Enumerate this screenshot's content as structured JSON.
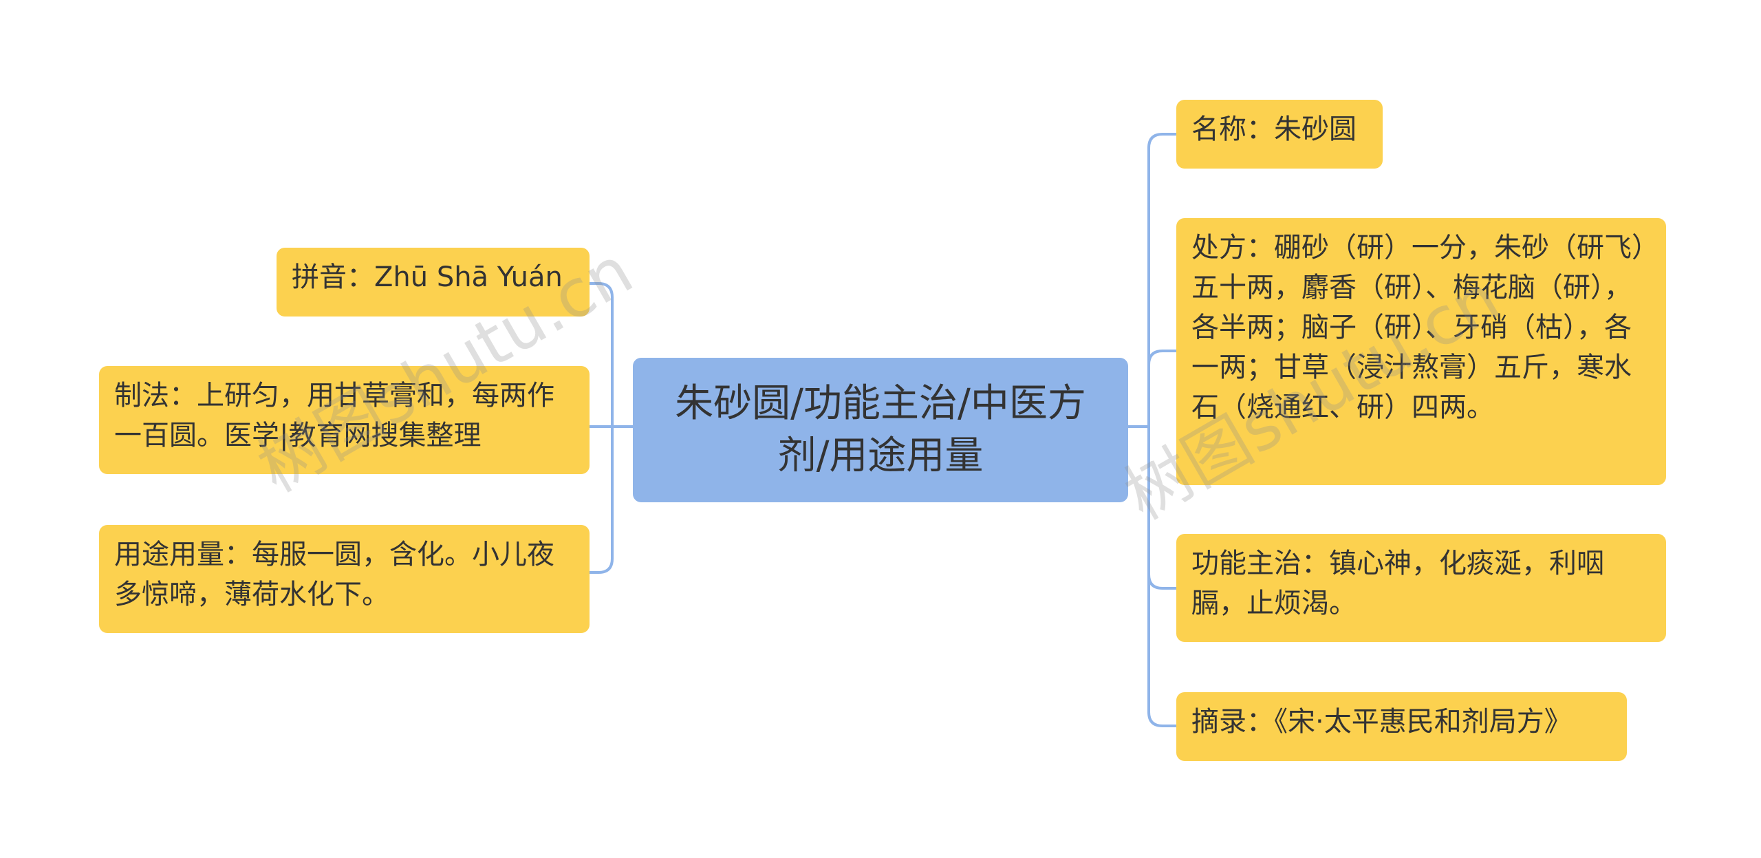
{
  "center": {
    "label": "朱砂圆/功能主治/中医方剂/用途用量"
  },
  "left_nodes": [
    {
      "label": "拼音：Zhū Shā Yuán"
    },
    {
      "label": "制法：上研匀，用甘草膏和，每两作一百圆。医学|教育网搜集整理"
    },
    {
      "label": "用途用量：每服一圆，含化。小儿夜多惊啼，薄荷水化下。"
    }
  ],
  "right_nodes": [
    {
      "label": "名称：朱砂圆"
    },
    {
      "label": "处方：硼砂（研）一分，朱砂（研飞）五十两，麝香（研）、梅花脑（研），各半两；脑子（研）、牙硝（枯），各一两；甘草（浸汁熬膏）五斤，寒水石（烧通红、研）四两。"
    },
    {
      "label": "功能主治：镇心神，化痰涎，利咽膈，止烦渴。"
    },
    {
      "label": "摘录：《宋·太平惠民和剂局方》"
    }
  ],
  "watermarks": [
    "树图shutu.cn",
    "树图shutu.cn"
  ],
  "colors": {
    "center": "#8fb4e9",
    "leaf": "#fcd14f",
    "connector": "#8fb4e9"
  }
}
